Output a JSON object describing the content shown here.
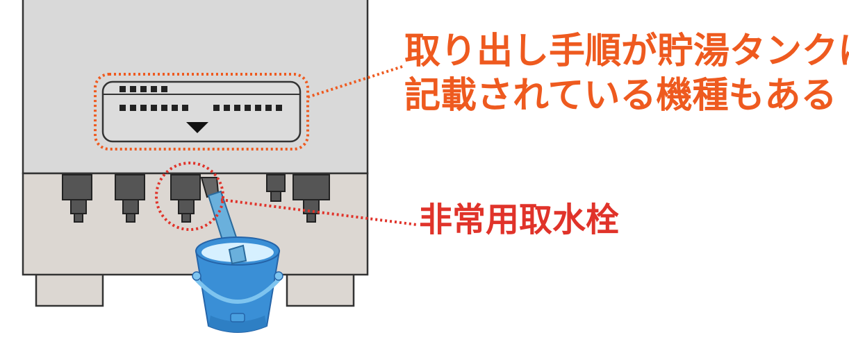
{
  "callouts": {
    "tank_note": {
      "line1": "取り出し手順が貯湯タンクに",
      "line2": "記載されている機種もある"
    },
    "valve_label": "非常用取水栓"
  },
  "colors": {
    "tank_body": "#d9d9d9",
    "tank_base": "#dcd7d2",
    "outline": "#333333",
    "valve": "#555555",
    "orange_callout": "#ee5a1f",
    "red_callout": "#e0332a",
    "hose": "#6ab0dc",
    "bucket": "#3a8fd6",
    "water": "#d6f0ff"
  },
  "icons": {
    "panel_arrow": "down-triangle-icon",
    "bucket": "bucket-icon",
    "hose": "hose-icon"
  }
}
